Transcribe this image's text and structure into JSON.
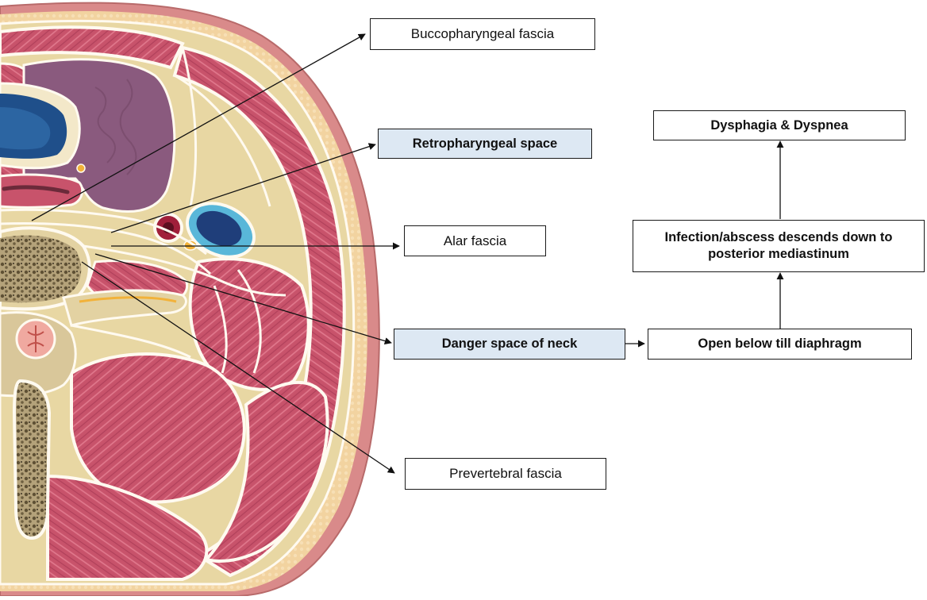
{
  "colors": {
    "skin": "#d98a8a",
    "subcutaneous_fat": "#f2d3a0",
    "fascia_fill": "#e8d7a3",
    "fascia_line": "#fffaf0",
    "muscle": "#c8536b",
    "muscle_fibre": "#e27a8e",
    "pharynx": "#8a5a7e",
    "trachea_blue": "#1f4f8a",
    "vertebra_bone": "#d9c79a",
    "spongy_bone": "#7a6a4a",
    "spinal_cord": "#f0a9a0",
    "label_highlight": "#dde8f3",
    "connector": "#111111"
  },
  "labels": {
    "buccopharyngeal": "Buccopharyngeal fascia",
    "retropharyngeal": "Retropharyngeal space",
    "alar": "Alar fascia",
    "danger": "Danger space of neck",
    "prevertebral": "Prevertebral fascia"
  },
  "flow": {
    "open_below": "Open below till diaphragm",
    "descends": "Infection/abscess descends down to posterior mediastinum",
    "symptoms": "Dysphagia & Dyspnea"
  }
}
